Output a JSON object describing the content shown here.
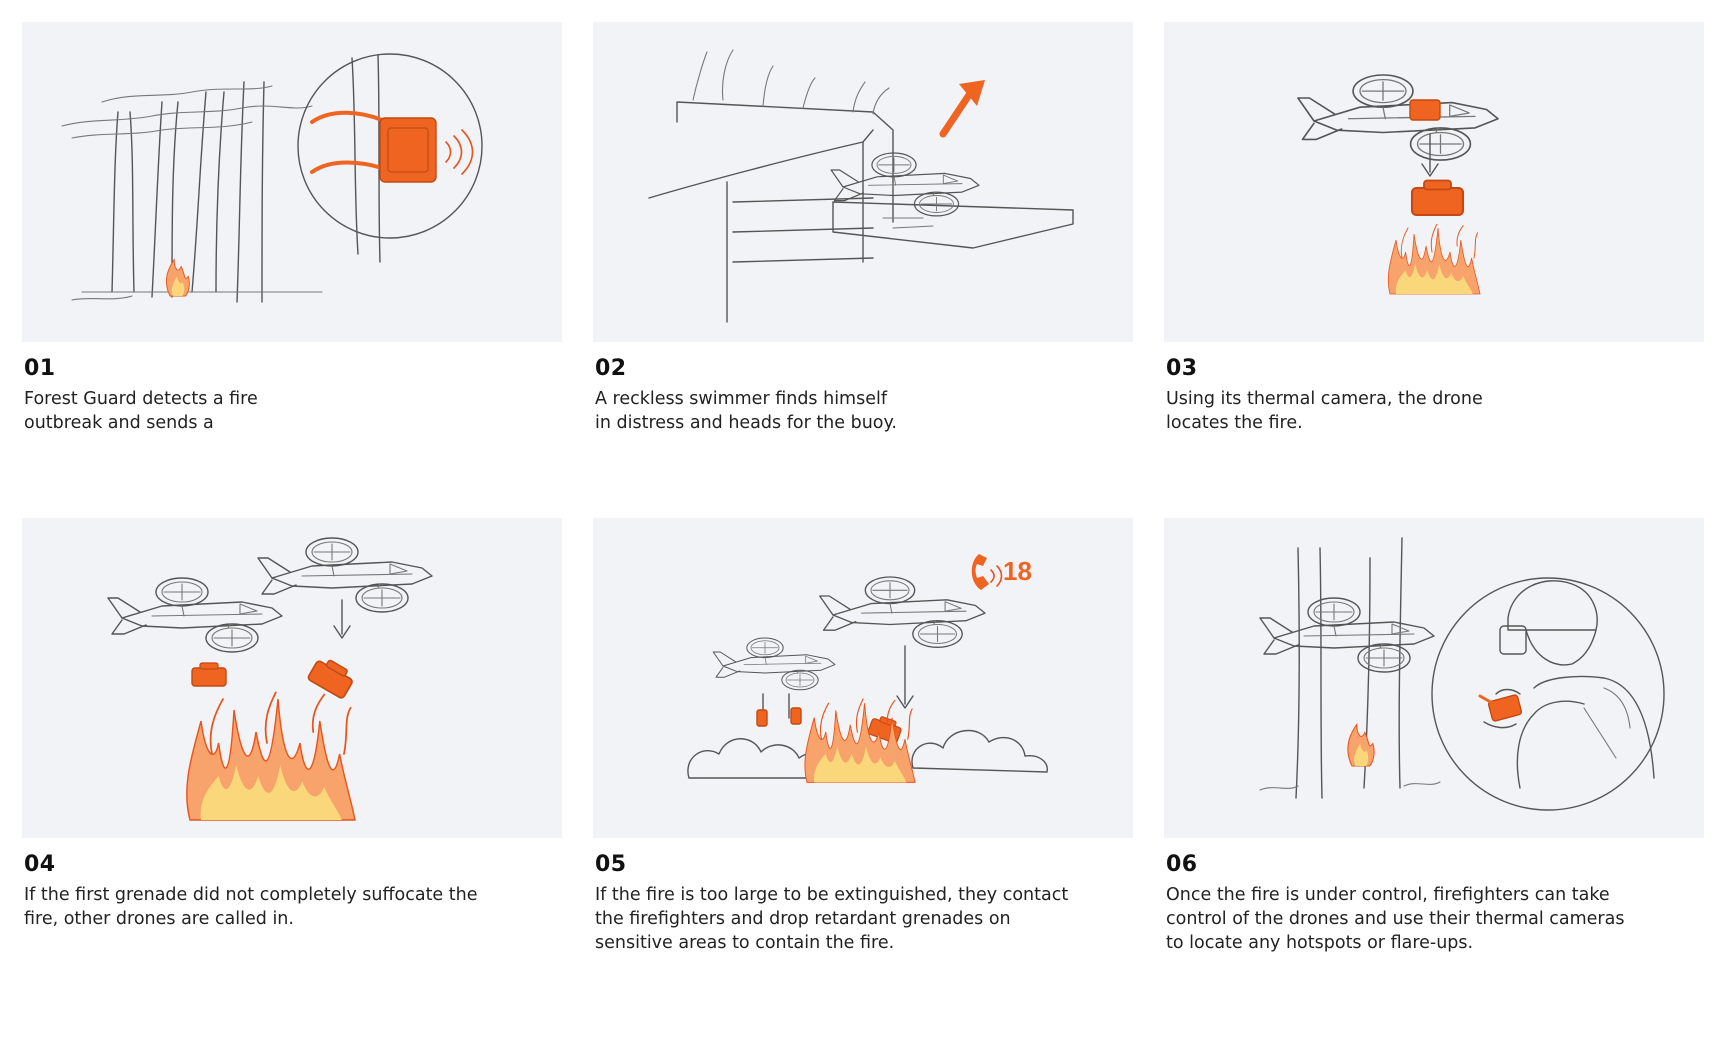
{
  "panels": [
    {
      "number": "01",
      "caption": "Forest Guard detects a fire\noutbreak and sends a"
    },
    {
      "number": "02",
      "caption": "A reckless swimmer finds himself\nin distress and heads for the buoy."
    },
    {
      "number": "03",
      "caption": "Using its thermal camera, the drone\nlocates the fire."
    },
    {
      "number": "04",
      "caption": "If the first grenade did not completely suffocate the\nfire, other drones are called in."
    },
    {
      "number": "05",
      "caption": "If the fire is too large to be extinguished, they contact\nthe firefighters and drop retardant grenades on\nsensitive areas to contain the fire.",
      "badge": "18"
    },
    {
      "number": "06",
      "caption": "Once the fire is under control, firefighters can take\ncontrol of the drones and use their thermal cameras\nto locate any hotspots or flare-ups."
    }
  ],
  "colors": {
    "accent": "#f06422",
    "panel_bg": "#f1f3f6",
    "line": "#555555"
  },
  "icons": [
    "tree-icon",
    "sensor-box-icon",
    "signal-waves-icon",
    "fire-icon",
    "drone-icon",
    "grenade-icon",
    "arrow-up-icon",
    "arrow-down-icon",
    "phone-icon",
    "firefighter-icon"
  ]
}
